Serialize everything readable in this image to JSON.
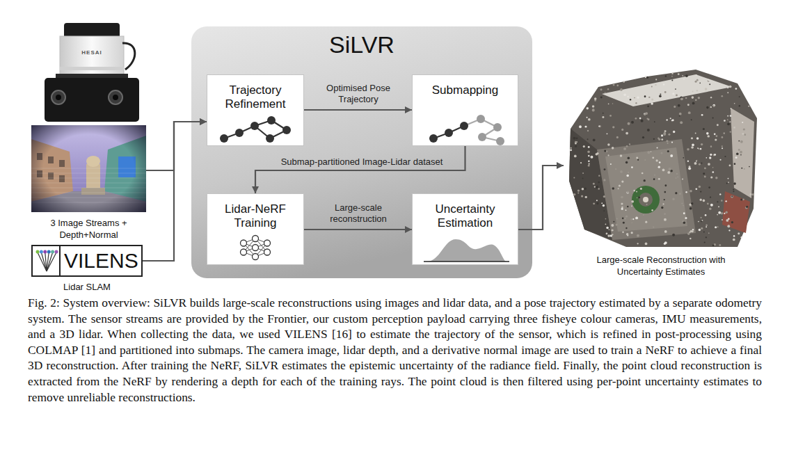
{
  "diagram": {
    "caption": "Fig. 2: System overview: SiLVR builds large-scale reconstructions using images and lidar data, and a pose trajectory estimated by a separate odometry system. The sensor streams are provided by the Frontier, our custom perception payload carrying three fisheye colour cameras, IMU measurements, and a 3D lidar. When collecting the data, we used VILENS [16] to estimate the trajectory of the sensor, which is refined in post-processing using COLMAP [1] and partitioned into submaps. The camera image, lidar depth, and a derivative normal image are used to train a NeRF to achieve a final 3D reconstruction. After training the NeRF, SiLVR estimates the epistemic uncertainty of the radiance field. Finally, the point cloud reconstruction is extracted from the NeRF by rendering a depth for each of the training rays. The point cloud is then filtered using per-point uncertainty estimates to remove unreliable reconstructions.",
    "nodes": [
      {
        "text": [
          "3 Image Streams + Depth+Normal"
        ]
      },
      {
        "text": [
          "VILENS",
          "Lidar SLAM"
        ]
      },
      {
        "text": [
          "SiLVR"
        ]
      },
      {
        "text": [
          "Trajectory Refinement"
        ],
        "in": 2
      },
      {
        "text": [
          "Submapping"
        ],
        "in": 2
      },
      {
        "text": [
          "Lidar-NeRF Training"
        ],
        "in": 2
      },
      {
        "text": [
          "Uncertainty Estimation"
        ],
        "in": 2
      },
      {
        "text": [
          "Large-scale Reconstruction with Uncertainty Estimates"
        ]
      }
    ],
    "edges": [
      {
        "from": 0,
        "to": 3,
        "arrow": "to"
      },
      {
        "from": 1,
        "to": 3,
        "arrow": "to"
      },
      {
        "from": 3,
        "to": 4,
        "label": "Optimised Pose Trajectory",
        "arrow": "to"
      },
      {
        "from": 4,
        "to": 5,
        "label": "Submap-partitioned Image-Lidar dataset",
        "arrow": "to"
      },
      {
        "from": 5,
        "to": 6,
        "label": "Large-scale reconstruction",
        "arrow": "to"
      },
      {
        "from": 6,
        "to": 7,
        "arrow": "to"
      }
    ],
    "labels": [
      "HESAI"
    ]
  }
}
